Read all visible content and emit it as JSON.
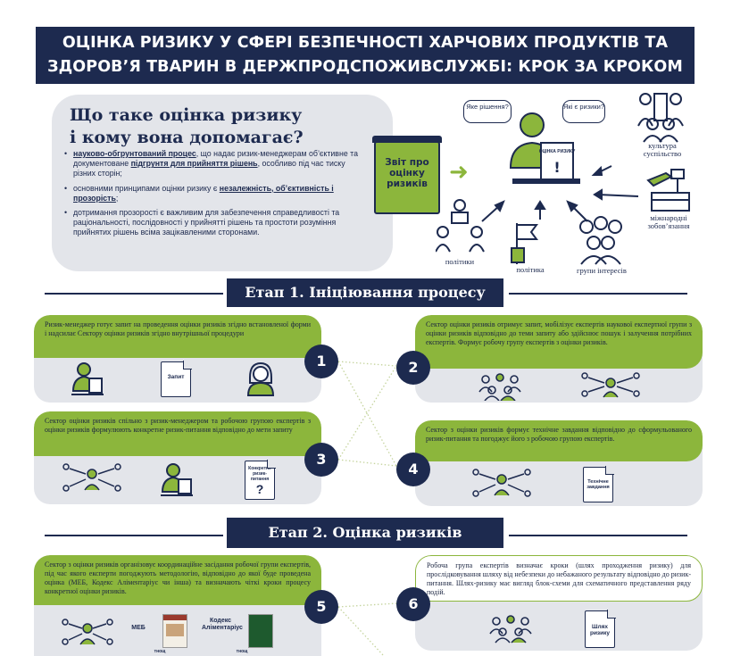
{
  "title": {
    "line1": "ОЦІНКА РИЗИКУ У СФЕРІ БЕЗПЕЧНОСТІ ХАРЧОВИХ ПРОДУКТІВ ТА",
    "line2": "ЗДОРОВ’Я ТВАРИН В ДЕРЖПРОДСПОЖИВСЛУЖБІ: КРОК ЗА КРОКОМ"
  },
  "intro": {
    "question_line1": "Що таке оцінка ризику",
    "question_line2": "і кому вона допомагає?",
    "bullet1": {
      "u1": "науково-обгрунтований процес",
      "t1": ", що надає ризик-менеджерам об’єктивне та документоване ",
      "u2": "підгрунтя для прийняття рішень",
      "t2": ", особливо під час тиску різних сторін;"
    },
    "bullet2": {
      "t1": "основними принципами оцінки ризику є ",
      "u1": "незалежність, об’єктивність і прозорість",
      "t2": ";"
    },
    "bullet3": "дотримання прозорості є важливим для забезпечення справедливості та раціональності, послідовності у прийнятті рішень та простоти розуміння прийнятих рішень всіма зацікавленими сторонами."
  },
  "infographic": {
    "book_label": "Звіт про оцінку ризиків",
    "bubble_left": "Яке рішення?",
    "bubble_right": "Які є ризики?",
    "podium_label": "ОЦІНКА РИЗИКУ",
    "culture_label": "культура суспільство",
    "intl_label": "міжнародні зобов’язання",
    "politicians_label": "політики",
    "policy_label": "політика",
    "interest_groups_label": "групи інтересів"
  },
  "stage1": {
    "heading": "Етап 1. Ініціювання процесу"
  },
  "stage2": {
    "heading": "Етап 2. Оцінка ризиків"
  },
  "steps": [
    {
      "number": "1",
      "text": "Ризик-менеджер готує запит на проведення оцінки ризиків згідно встановленої форми і надсилає Сектору оцінки ризиків згідно внутрішньої процедури",
      "doc_label": "Запит"
    },
    {
      "number": "2",
      "text": "Сектор оцінки ризиків отримує запит, мобілізує експертів наукової експертної групи з оцінки ризиків відповідно до теми запиту або здійснює пошук і залучення потрібних експертів. Формує робочу групу експертів з оцінки ризиків."
    },
    {
      "number": "3",
      "text": "Сектор оцінки ризиків спільно з ризик-менеджером та робочою групою експертів з оцінки ризиків формулюють конкретне ризик-питання відповідно до мети запиту",
      "doc_label": "Конкретне ризик-питання"
    },
    {
      "number": "4",
      "text": "Сектор з оцінки ризиків формує технічне завдання відповідно до сформульованого ризик-питання та погоджує його з робочою групою експертів.",
      "doc_label": "Технічне завдання"
    },
    {
      "number": "5",
      "text": "Сектор з оцінки ризиків організовує координаційне засідання робочої групи експертів, під час якого експерти погоджують методологію, відповідно до якої буде проведена оцінка (МЕБ, Кодекс Аліментаріус чи інша) та визначають чіткі кроки процесу конкретної оцінки ризиків.",
      "label_meb": "МЕБ",
      "label_codex": "Кодекс Аліментаріус",
      "label_tools1": "тнощ",
      "label_tools2": "тнощ"
    },
    {
      "number": "6",
      "text": "Робоча група експертів визначає кроки (шлях проходження ризику) для прослідковування шляху від небезпеки до небажаного результату відповідно до ризик-питання. Шлях-ризику має вигляд блок-схеми для схематичного представлення ряду подій.",
      "doc_label": "Шлях ризику"
    }
  ],
  "colors": {
    "navy": "#1d2a4f",
    "green": "#8cb63c",
    "grey": "#e3e5ea"
  }
}
